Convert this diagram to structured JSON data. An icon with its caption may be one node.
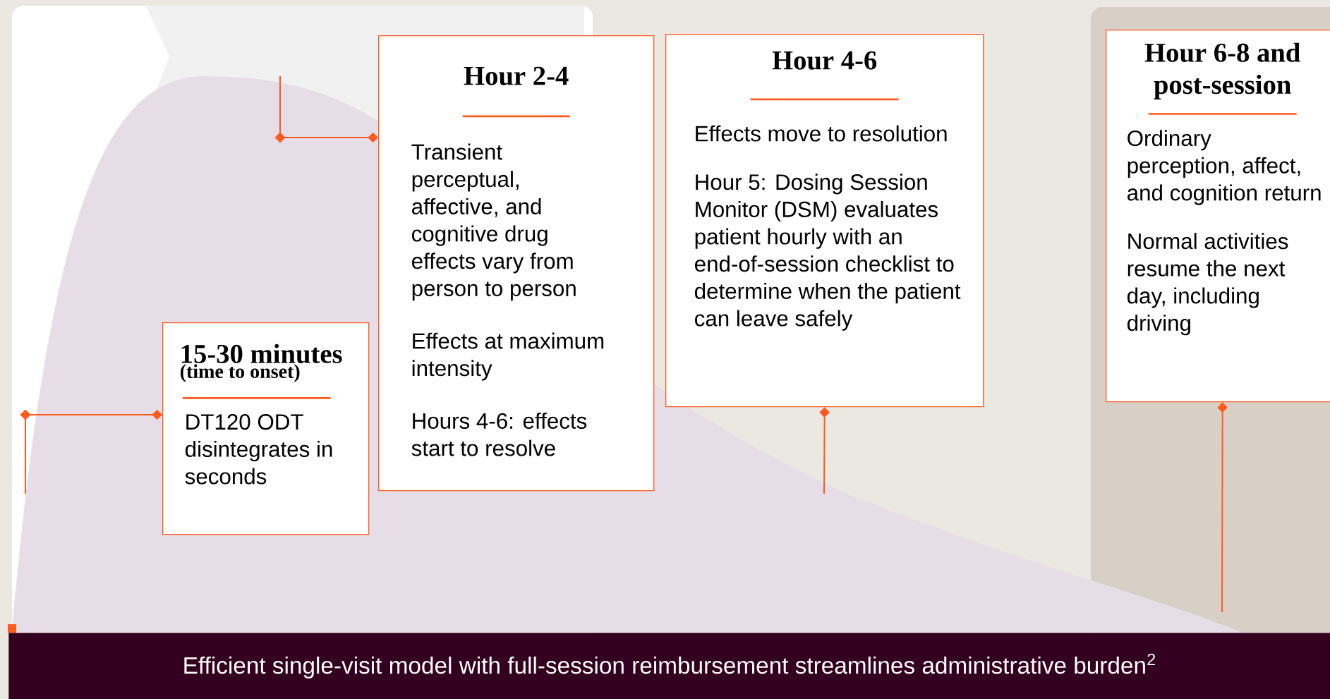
{
  "diagram": {
    "nodes": [
      {
        "text": [
          "15-30 minutes",
          "(time to onset)",
          "DT120 ODT disintegrates in seconds"
        ]
      },
      {
        "text": [
          "Hour 2-4",
          "Transient perceptual, affective, and cognitive drug effects vary from person to person",
          "Effects at maximum intensity",
          "Hours 4-6: effects start to resolve"
        ]
      },
      {
        "text": [
          "Hour 4-6",
          "Effects move to resolution",
          "Hour 5: Dosing Session Monitor (DSM) evaluates patient hourly with an end-of-session checklist to determine when the patient can leave safely"
        ]
      },
      {
        "text": [
          "Hour 6-8 and post-session",
          "Ordinary perception, affect, and cognition return",
          "Normal activities resume the next day, including driving"
        ]
      },
      {
        "text": [
          "Efficient single-visit model with full-session reimbursement streamlines administrative burden$^{2}$"
        ]
      }
    ],
    "edges": [
      {
        "from": 0,
        "to": null,
        "arrow": "other"
      },
      {
        "from": 1,
        "to": null,
        "arrow": "other"
      },
      {
        "from": 2,
        "to": null,
        "arrow": "other"
      },
      {
        "from": 3,
        "to": null,
        "arrow": "other"
      }
    ]
  }
}
